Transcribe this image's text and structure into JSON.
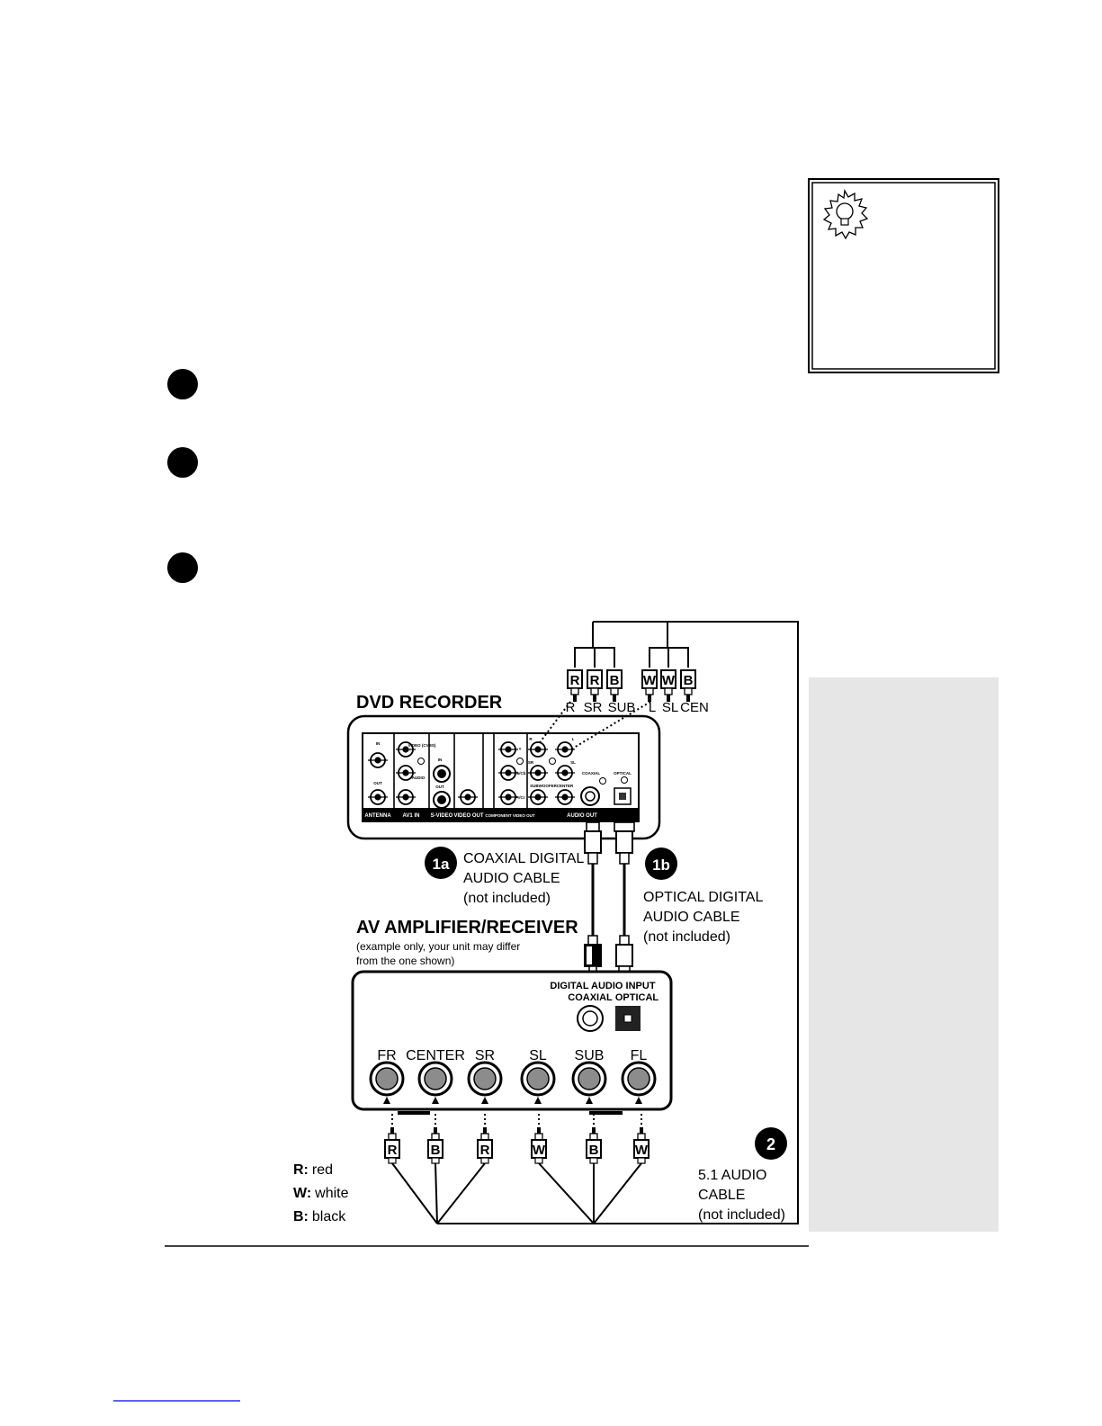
{
  "dvd_recorder": {
    "title": "DVD RECORDER",
    "panel_sections": [
      "ANTENNA",
      "AV1 IN",
      "S-VIDEO",
      "VIDEO OUT",
      "COMPONENT VIDEO OUT",
      "AUDIO OUT"
    ],
    "jack_labels": [
      "IN",
      "OUT",
      "VIDEO (CVBS)",
      "AUDIO",
      "IN",
      "OUT",
      "Y",
      "Pb/Cb",
      "Pr/Cr",
      "R",
      "L",
      "SR",
      "SL",
      "SUBWOOFER",
      "CENTER",
      "COAXIAL",
      "OPTICAL"
    ]
  },
  "top_plugs": [
    {
      "letter": "R",
      "label": "R"
    },
    {
      "letter": "R",
      "label": "SR"
    },
    {
      "letter": "B",
      "label": "SUB"
    },
    {
      "letter": "W",
      "label": "L"
    },
    {
      "letter": "W",
      "label": "SL"
    },
    {
      "letter": "B",
      "label": "CEN"
    }
  ],
  "cable_1a": {
    "badge": "1a",
    "line1": "COAXIAL DIGITAL",
    "line2": "AUDIO CABLE",
    "line3": "(not included)"
  },
  "cable_1b": {
    "badge": "1b",
    "line1": "OPTICAL DIGITAL",
    "line2": "AUDIO CABLE",
    "line3": "(not included)"
  },
  "amplifier": {
    "title": "AV AMPLIFIER/RECEIVER",
    "note1": "(example only, your unit may differ",
    "note2": "from the one shown)",
    "digital_input": "DIGITAL AUDIO INPUT",
    "coaxial": "COAXIAL",
    "optical": "OPTICAL",
    "jacks": [
      "FR",
      "CENTER",
      "SR",
      "SL",
      "SUB",
      "FL"
    ]
  },
  "bottom_plugs": [
    "R",
    "B",
    "R",
    "W",
    "B",
    "W"
  ],
  "cable_2": {
    "badge": "2",
    "line1": "5.1 AUDIO",
    "line2": "CABLE",
    "line3": "(not included)"
  },
  "legend": [
    {
      "key": "R:",
      "value": "red"
    },
    {
      "key": "W:",
      "value": "white"
    },
    {
      "key": "B:",
      "value": "black"
    }
  ],
  "colors": {
    "ink": "#000000",
    "sidebar": "#e6e6e6",
    "jack_fill": "#8c8c8c",
    "link": "#0000ee"
  }
}
